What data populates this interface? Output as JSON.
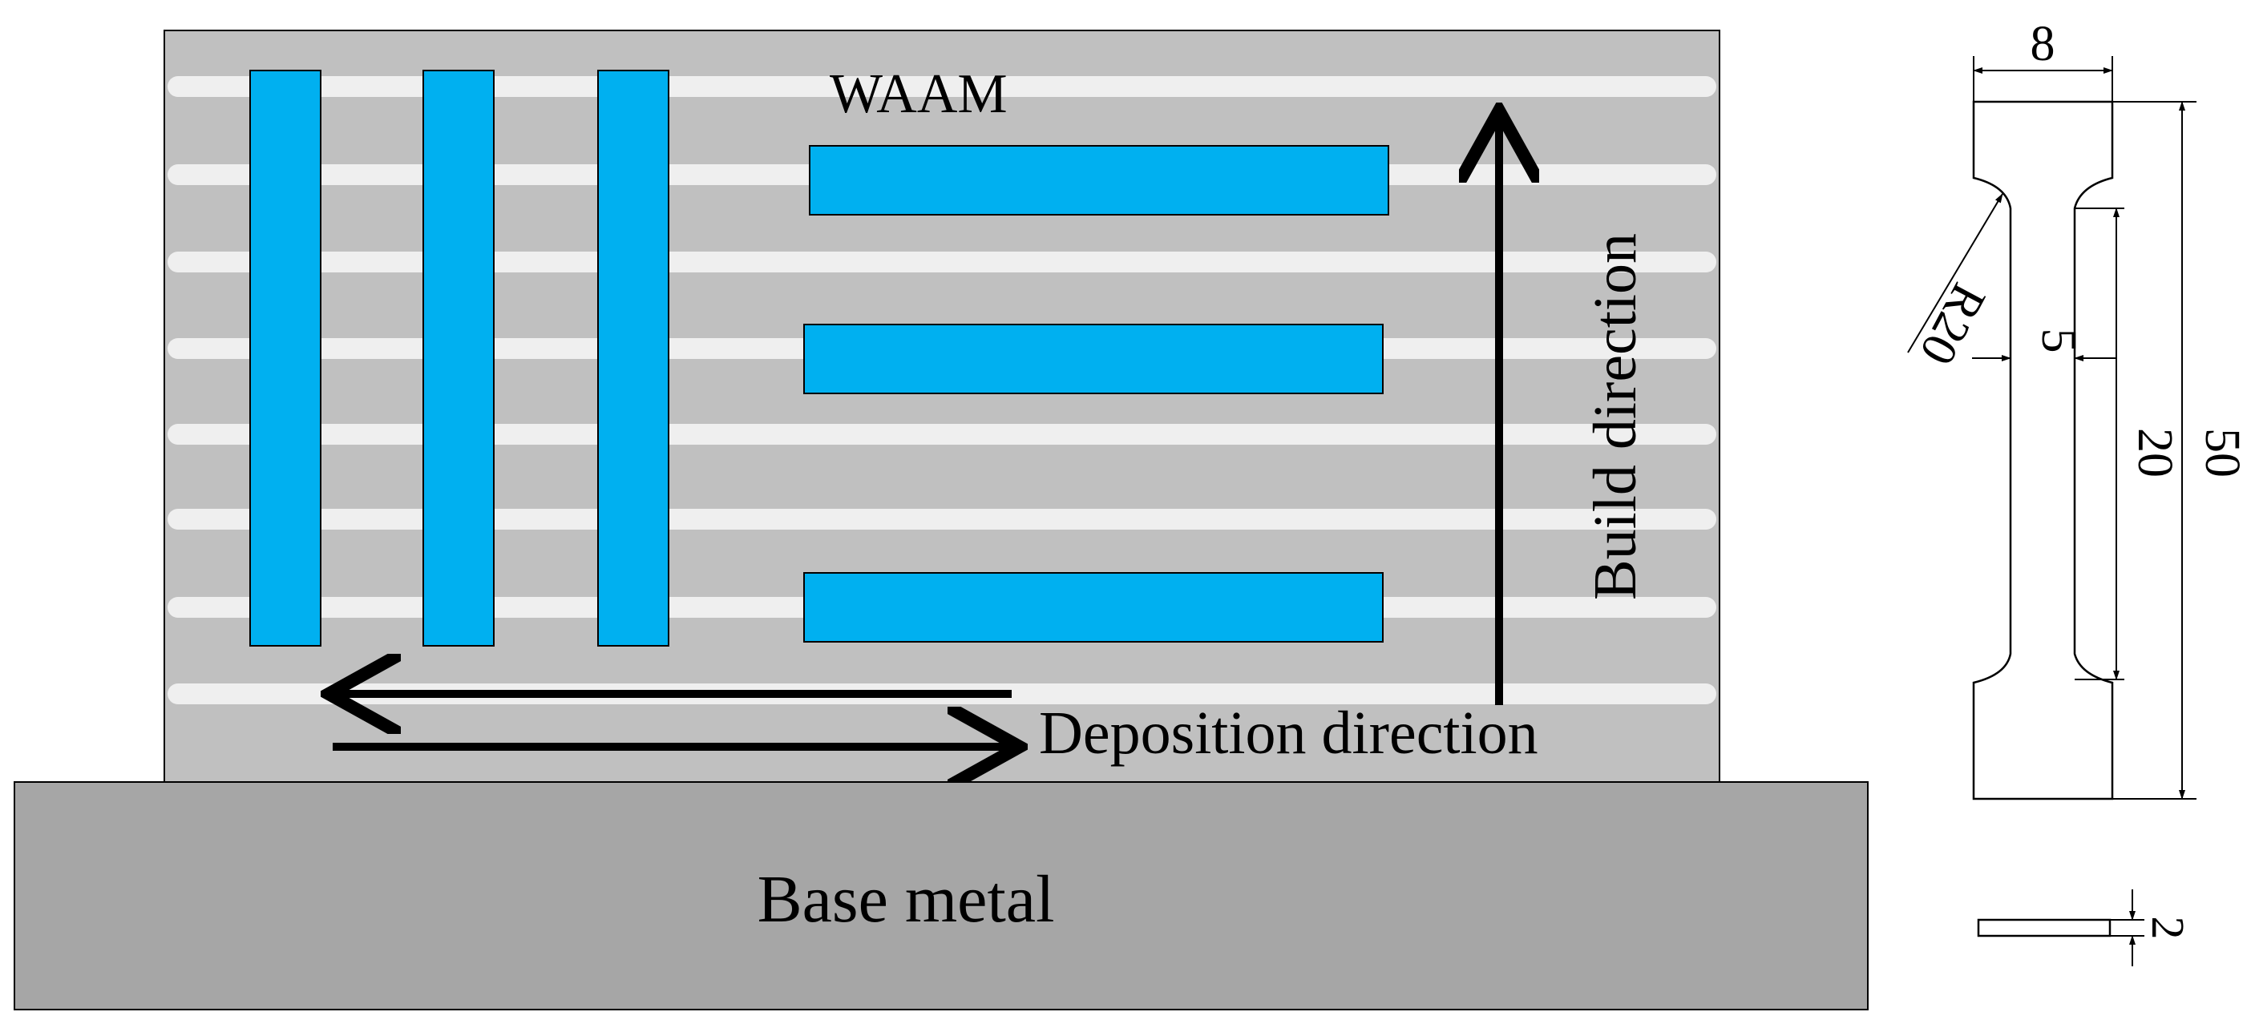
{
  "labels": {
    "waam": "WAAM",
    "build_direction": "Build direction",
    "deposition_direction": "Deposition direction",
    "base_metal": "Base metal"
  },
  "specimen": {
    "dim_width": "8",
    "dim_radius": "R20",
    "dim_gauge_width": "5",
    "dim_gauge_length": "20",
    "dim_total_length": "50",
    "dim_thickness": "2"
  },
  "colors": {
    "wall": "#c0c0c0",
    "base_metal": "#a6a6a6",
    "layer_line": "#efefef",
    "sample": "#00b0f0",
    "outline": "#000000"
  }
}
